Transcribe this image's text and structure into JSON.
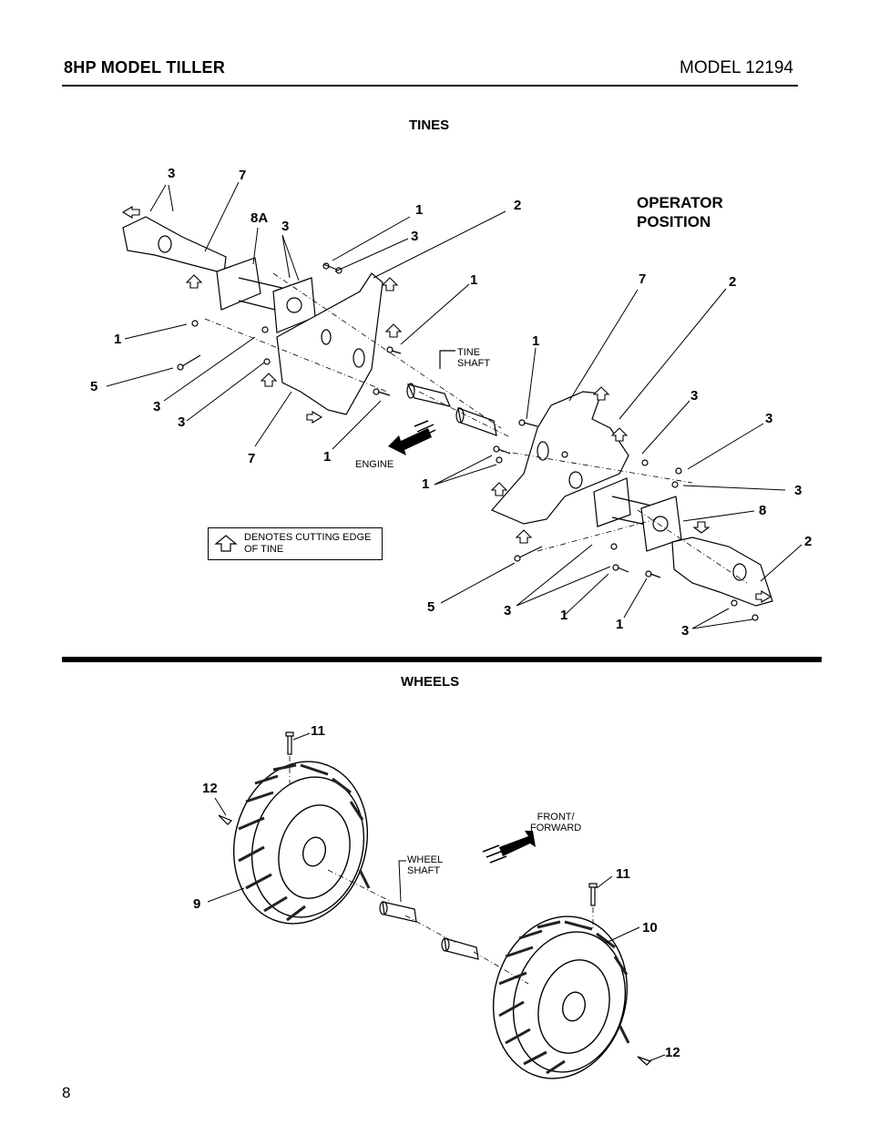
{
  "header": {
    "left_title": "8HP MODEL TILLER",
    "right_title": "MODEL 12194"
  },
  "tines": {
    "title": "TINES",
    "operator_position": [
      "OPERATOR",
      "POSITION"
    ],
    "tine_shaft": [
      "TINE",
      "SHAFT"
    ],
    "engine": "ENGINE",
    "legend": [
      "DENOTES CUTTING EDGE",
      "OF TINE"
    ],
    "callouts": [
      "3",
      "7",
      "8A",
      "3",
      "1",
      "3",
      "2",
      "1",
      "1",
      "5",
      "3",
      "3",
      "7",
      "1",
      "7",
      "2",
      "1",
      "3",
      "3",
      "3",
      "8",
      "2",
      "1",
      "5",
      "3",
      "1",
      "1",
      "3"
    ]
  },
  "wheels": {
    "title": "WHEELS",
    "wheel_shaft": [
      "WHEEL",
      "SHAFT"
    ],
    "front_forward": [
      "FRONT/",
      "FORWARD"
    ],
    "callouts": [
      "11",
      "12",
      "9",
      "11",
      "10",
      "12"
    ]
  },
  "page_number": "8"
}
